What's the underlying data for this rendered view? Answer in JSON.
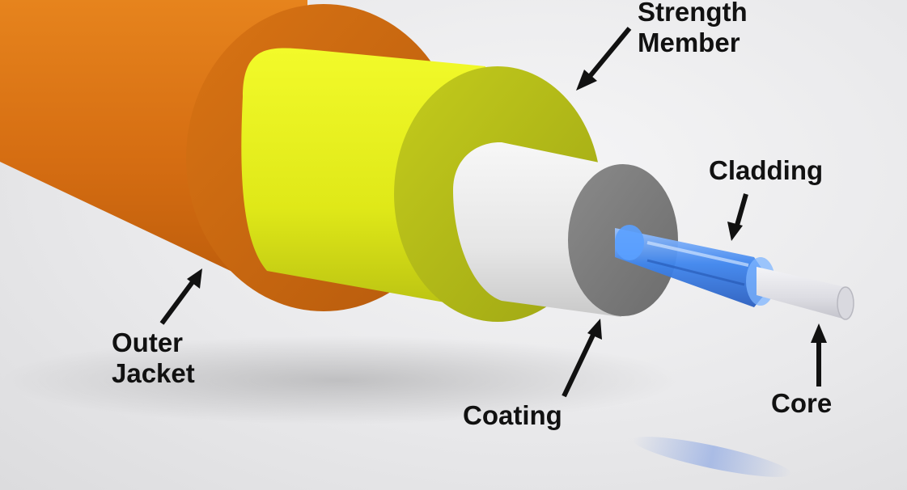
{
  "labels": {
    "strength_member": [
      "Strength",
      "Member"
    ],
    "cladding": "Cladding",
    "outer_jacket": [
      "Outer",
      "Jacket"
    ],
    "coating": "Coating",
    "core": "Core"
  },
  "colors": {
    "outer_jacket": "#e07a1a",
    "strength_member": "#e6ef1a",
    "coating": "#e8e8e8",
    "cladding": "#3a7fe0",
    "core": "#e2e2e6",
    "label_text": "#111111",
    "arrow": "#111111"
  }
}
